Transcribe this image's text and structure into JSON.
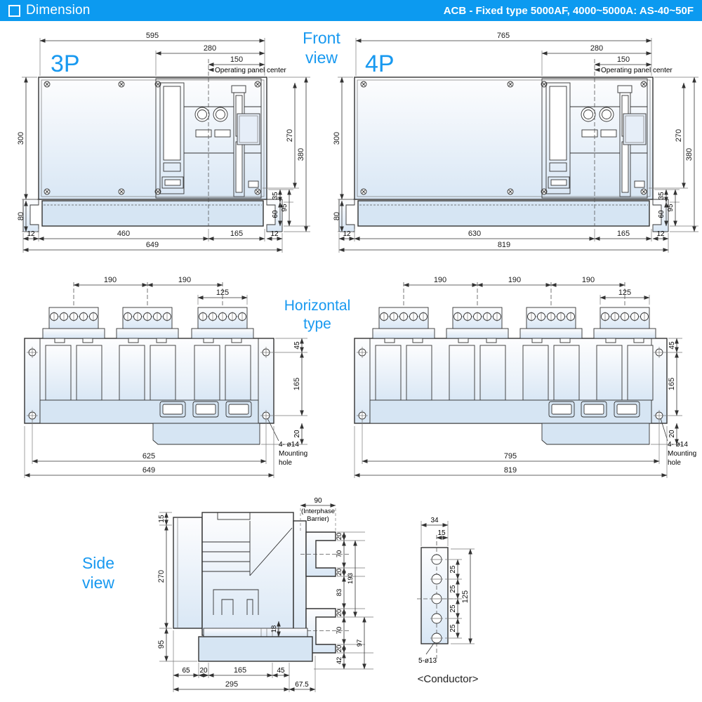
{
  "header": {
    "title": "Dimension",
    "subtitle": "ACB - Fixed type 5000AF, 4000~5000A: AS-40~50F"
  },
  "colors": {
    "accent": "#0c9af0",
    "label_blue": "#1899f0",
    "line": "#333333",
    "fill_light": "#edf3fa",
    "fill_band": "#d6e5f3"
  },
  "labels": {
    "front_view_l1": "Front",
    "front_view_l2": "view",
    "pole_3p": "3P",
    "pole_4p": "4P",
    "horizontal_l1": "Horizontal",
    "horizontal_l2": "type",
    "side_l1": "Side",
    "side_l2": "view",
    "conductor": "<Conductor>"
  },
  "front_3p": {
    "overall_width": "595",
    "panel_width": "280",
    "center_offset": "150",
    "panel_note": "Operating panel center",
    "body_height": "300",
    "base_height": "80",
    "panel_height": "270",
    "overall_height": "380",
    "lug_top": "35",
    "lug_bottom": "60",
    "lug_total": "95",
    "foot_left": "12",
    "span_left": "460",
    "span_right": "165",
    "foot_right": "12",
    "total_width": "649"
  },
  "front_4p": {
    "overall_width": "765",
    "panel_width": "280",
    "center_offset": "150",
    "panel_note": "Operating panel center",
    "body_height": "300",
    "base_height": "80",
    "panel_height": "270",
    "overall_height": "380",
    "lug_top": "35",
    "lug_bottom": "60",
    "lug_total": "95",
    "foot_left": "12",
    "span_left": "630",
    "span_right": "165",
    "foot_right": "12",
    "total_width": "819"
  },
  "horizontal_3p": {
    "pole_pitch_1": "190",
    "pole_pitch_2": "190",
    "terminal_width": "125",
    "top_offset": "45",
    "hole_span_v": "165",
    "bottom_offset": "20",
    "mount_note_l1": "4- ø14",
    "mount_note_l2": "Mounting",
    "mount_note_l3": "hole",
    "hole_span_h": "625",
    "total_width": "649"
  },
  "horizontal_4p": {
    "pole_pitch_1": "190",
    "pole_pitch_2": "190",
    "pole_pitch_3": "190",
    "terminal_width": "125",
    "top_offset": "45",
    "hole_span_v": "165",
    "bottom_offset": "20",
    "mount_note_l1": "4- ø14",
    "mount_note_l2": "Mounting",
    "mount_note_l3": "hole",
    "hole_span_h": "795",
    "total_width": "819"
  },
  "side": {
    "top_offset": "15",
    "body_height": "270",
    "base_height": "95",
    "barrier_width": "90",
    "barrier_note_l1": "(Interphase",
    "barrier_note_l2": "Barrier)",
    "term_arm_top": "20",
    "term_gap_top": "70",
    "term_arm_top2": "20",
    "term_spacing": "83",
    "term_span": "193",
    "term_arm_bot": "20",
    "term_gap_bot": "70",
    "term_arm_bot2": "20",
    "base_drop": "42",
    "bottom_span": "97",
    "plate_gap": "18",
    "b_65": "65",
    "b_20": "20",
    "b_165": "165",
    "b_45": "45",
    "b_295": "295",
    "b_67_5": "67.5"
  },
  "conductor": {
    "width": "34",
    "hole_offset": "15",
    "hole_pitch": "25",
    "length": "125",
    "hole_note": "5-ø13"
  }
}
